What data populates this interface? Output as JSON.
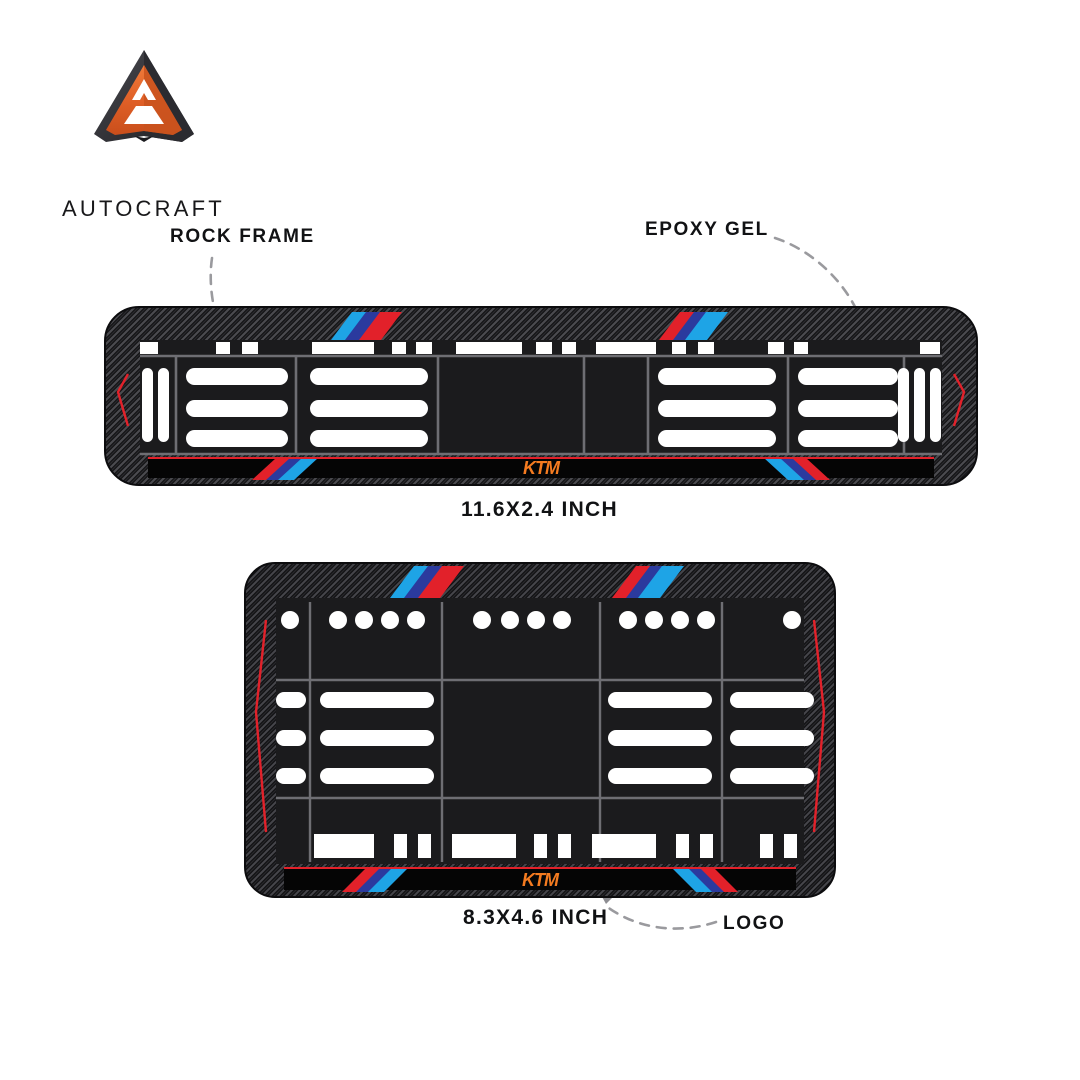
{
  "brand": {
    "name": "AUTOCRAFT",
    "logo_icon": "autocraft-triangle-logo",
    "colors": {
      "orange": "#E2622C",
      "dark": "#3A3A3E",
      "white": "#FFFFFF"
    }
  },
  "callouts": [
    {
      "id": "rock-frame",
      "label": "ROCK FRAME"
    },
    {
      "id": "epoxy-gel",
      "label": "EPOXY GEL"
    },
    {
      "id": "logo",
      "label": "LOGO"
    }
  ],
  "products": [
    {
      "id": "long-plate-frame",
      "dimension_label": "11.6X2.4 INCH",
      "logo_text": "KTM",
      "style": "carbon-fiber",
      "accent_stripes": [
        "#1EA4E6",
        "#2B3A9E",
        "#E2212A"
      ],
      "accent_outline": "#E2212A",
      "logo_color": "#F47B20"
    },
    {
      "id": "short-plate-frame",
      "dimension_label": "8.3X4.6 INCH",
      "logo_text": "KTM",
      "style": "carbon-fiber",
      "accent_stripes": [
        "#1EA4E6",
        "#2B3A9E",
        "#E2212A"
      ],
      "accent_outline": "#E2212A",
      "logo_color": "#F47B20"
    }
  ],
  "colors": {
    "background": "#FFFFFF",
    "carbon_dark": "#141416",
    "panel_dark": "#1E1E20",
    "slot_white": "#FFFFFF",
    "divider_gray": "#6E6E73",
    "leader_gray": "#9A9A9E",
    "text": "#111214"
  }
}
